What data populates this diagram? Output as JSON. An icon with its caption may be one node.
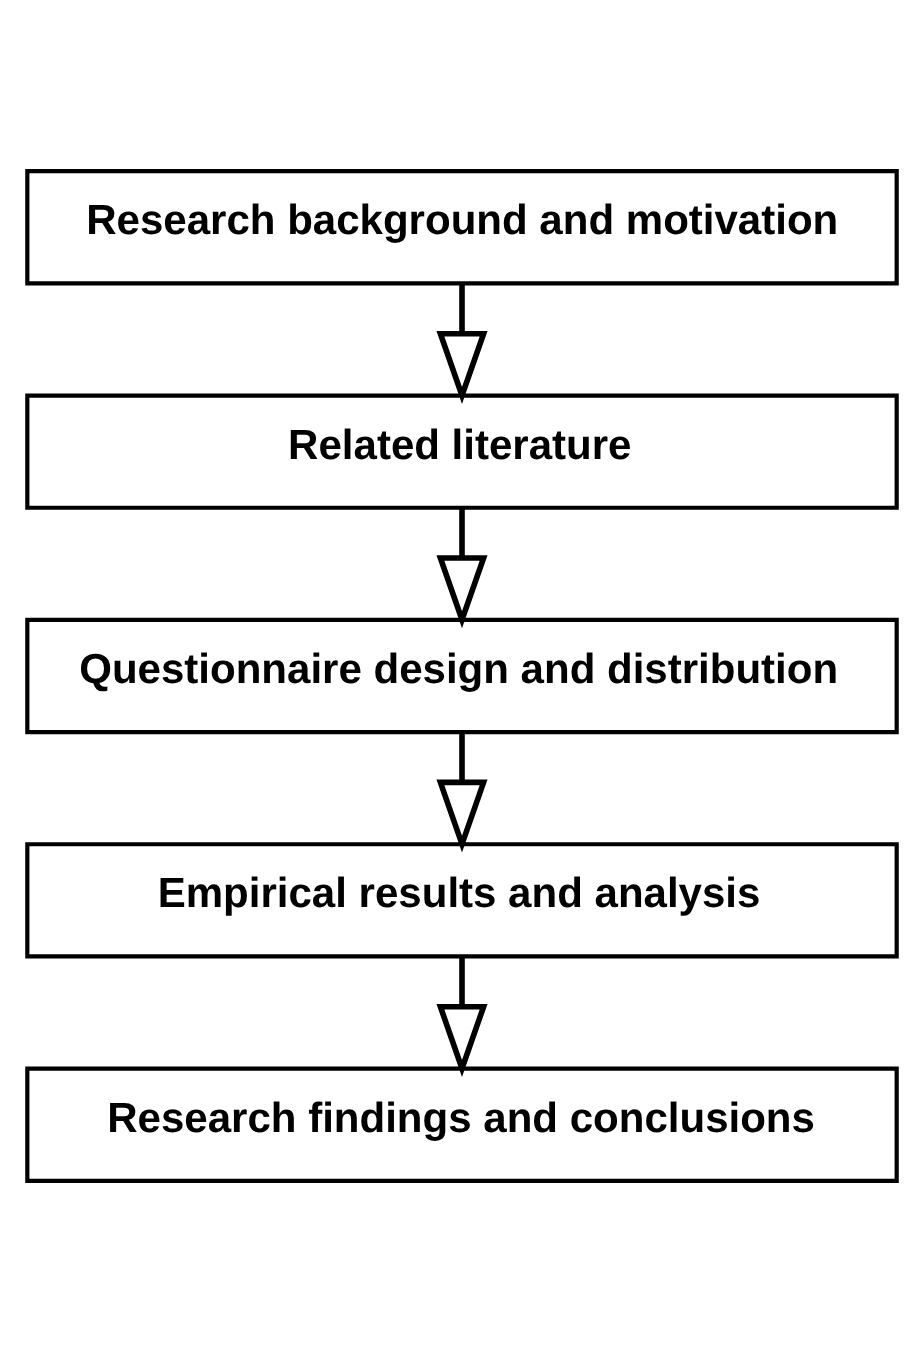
{
  "diagram": {
    "nodes": [
      {
        "text": [
          "Research background and motivation"
        ]
      },
      {
        "text": [
          "Related literature"
        ]
      },
      {
        "text": [
          "Questionnaire design and distribution"
        ]
      },
      {
        "text": [
          "Empirical results and analysis"
        ]
      },
      {
        "text": [
          "Research findings and conclusions"
        ]
      }
    ],
    "edges": [
      {
        "from": 0,
        "to": 1,
        "arrow": "to"
      },
      {
        "from": 1,
        "to": 2,
        "arrow": "to"
      },
      {
        "from": 2,
        "to": 3,
        "arrow": "to"
      },
      {
        "from": 3,
        "to": 4,
        "arrow": "to"
      }
    ]
  }
}
